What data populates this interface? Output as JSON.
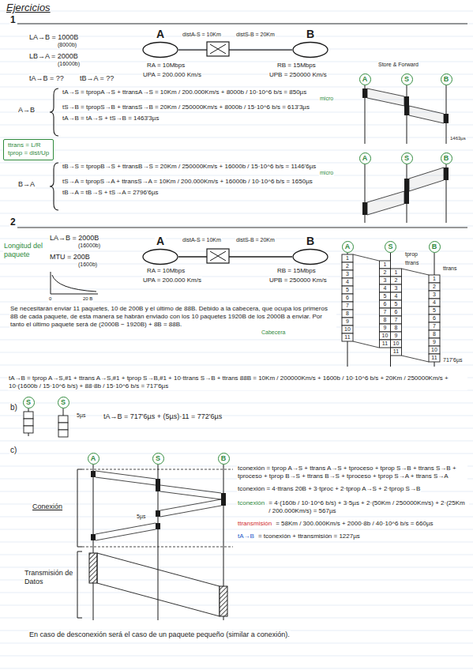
{
  "diagram": {
    "title": "Ejercicios",
    "nodes": [
      {
        "text": [
          "A"
        ]
      },
      {
        "text": [
          "B"
        ]
      },
      {
        "text": [
          "ttrans = L/R",
          "tprop = dist/Up"
        ]
      },
      {
        "text": [
          "A"
        ]
      },
      {
        "text": [
          "S"
        ]
      },
      {
        "text": [
          "B"
        ]
      },
      {
        "text": [
          "A"
        ]
      },
      {
        "text": [
          "S"
        ]
      },
      {
        "text": [
          "B"
        ]
      },
      {
        "text": [
          "A"
        ]
      },
      {
        "text": [
          "B"
        ]
      },
      {
        "text": [
          "A"
        ]
      },
      {
        "text": [
          "S"
        ]
      },
      {
        "text": [
          "B"
        ]
      },
      {
        "text": [
          "S"
        ]
      },
      {
        "text": [
          "S"
        ]
      },
      {
        "text": [
          "A"
        ]
      },
      {
        "text": [
          "S"
        ]
      },
      {
        "text": [
          "B"
        ]
      }
    ],
    "edges": [
      {
        "from": 0,
        "to": 1,
        "arrow": "none"
      },
      {
        "from": 9,
        "to": 10,
        "arrow": "none"
      }
    ],
    "labels": [
      "1",
      "LA→B = 1000B",
      "(8000b)",
      "LB→A = 2000B",
      "(16000b)",
      "tA→B = ??",
      "tB→A = ??",
      "distA-S = 10Km",
      "distS-B = 20Km",
      "RA = 10Mbps",
      "RB = 15Mbps",
      "UPA = 200.000 Km/s",
      "UPB = 250000 Km/s",
      "Store & Forward",
      "A→B",
      "tA→S = tpropA→S + ttransA→S = 10Km / 200.000Km/s + 8000b / 10·10^6 b/s = 850µs",
      "tS→B = tpropS→B + ttransS→B = 20Km / 250000Km/s + 8000b / 15·10^6 b/s = 613'3µs",
      "tA→B = tA→S + tS→B = 1463'3µs",
      "micro",
      "1463µs",
      "B→A",
      "tB→S = tpropB→S + ttransB→S = 20Km / 250000Km/s + 16000b / 15·10^6 b/s = 1146'6µs",
      "tS→A = tpropS→A + ttransS→A = 10Km / 200.000Km/s + 16000b / 10·10^6 b/s = 1650µs",
      "tB→A = tB→S + tS→A = 2796'6µs",
      "micro",
      "2",
      "Longitud del paquete",
      "LA→B = 2000B",
      "(16000b)",
      "MTU = 200B",
      "(1600b)",
      "0",
      "20 B",
      "distA-S = 10Km",
      "distS-B = 20Km",
      "RA = 10Mbps",
      "RB = 15Mbps",
      "UPA = 200.000 Km/s",
      "UPB = 250000 Km/s",
      "tprop",
      "ttrans",
      "ttrans",
      "717'6µs",
      "Se necesitarán enviar 11 paquetes, 10 de 200B y el último de 88B. Debido a la cabecera, que ocupa los primeros 8B de cada paquete, de esta manera se habrán enviado con los 10 paquetes 1920B de los 2000B a enviar. Por tanto el último paquete será de (2000B − 1920B) + 8B = 88B.",
      "Cabecera",
      "tA→B = tprop A→S,#1 + ttrans A→S,#1 + tprop S→B,#1 + 10·ttrans S→B + ttrans 88B = 10Km / 200000Km/s + 1600b / 10·10^6 b/s + 20Km / 250000Km/s + 10·(1600b / 15·10^6 b/s) + 88·8b / 15·10^6 b/s = 717'6µs",
      "b)",
      "5µs",
      "tA→B = 717'6µs + (5µs)·11 = 772'6µs",
      "c)",
      "Conexión",
      "Transmisión de Datos",
      "5µs",
      "tconexión = tprop A→S + ttrans A→S + tproceso + tprop S→B + ttrans S→B + tproceso + tprop B→S + ttrans B→S + tproceso + tprop S→A + ttrans S→A",
      "tconexión = 4·ttrans 20B + 3·tproc + 2·tprop A→S + 2·tprop S→B",
      "tconexión",
      "= 4·(160b / 10·10^6 b/s) + 3·5µs + 2·(50Km / 250000Km/s) + 2·(25Km / 200.000Km/s) = 567µs",
      "ttransmisión",
      "= 58Km / 300.000Km/s + 2000·8b / 40·10^6 b/s = 660µs",
      "tA→B",
      "= tconexión + ttransmisión = 1227µs",
      "En caso de desconexión será el caso de un paquete pequeño (similar a conexión).",
      "1",
      "2",
      "3",
      "4",
      "5",
      "6",
      "7",
      "8",
      "9",
      "10",
      "11",
      "1",
      "2",
      "3",
      "4",
      "5",
      "6",
      "7",
      "8",
      "9",
      "10",
      "11",
      "1",
      "2",
      "3",
      "4",
      "5",
      "6",
      "7",
      "8",
      "9",
      "10",
      "11",
      "1",
      "2",
      "3",
      "4",
      "5",
      "6",
      "7",
      "8",
      "9",
      "10",
      "11"
    ]
  }
}
